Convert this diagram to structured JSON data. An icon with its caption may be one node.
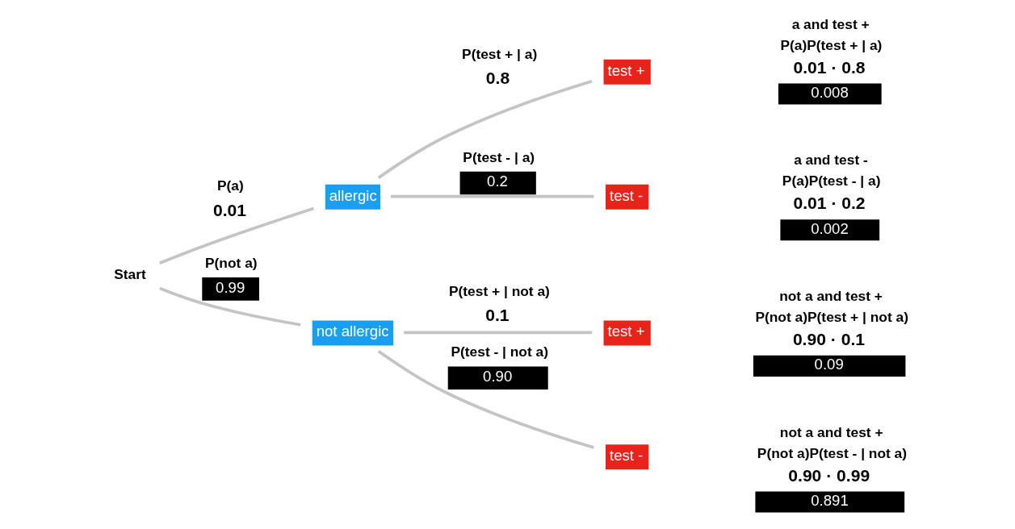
{
  "diagram": {
    "nodes": [
      {
        "text": [
          "Start"
        ]
      },
      {
        "text": [
          "allergic"
        ]
      },
      {
        "text": [
          "not allergic"
        ]
      },
      {
        "text": [
          "test +"
        ],
        "beside": [
          "a and test +",
          "P(a)P(test + | a)",
          "0.01 · 0.8",
          "0.008"
        ]
      },
      {
        "text": [
          "test -"
        ],
        "beside": [
          "a and test -",
          "P(a)P(test - | a)",
          "0.01 · 0.2",
          "0.002"
        ]
      },
      {
        "text": [
          "test +"
        ],
        "beside": [
          "not a and test +",
          "P(not a)P(test + | not a)",
          "0.90 · 0.1",
          "0.09"
        ]
      },
      {
        "text": [
          "test -"
        ],
        "beside": [
          "not a and test +",
          "P(not a)P(test - | not a)",
          "0.90 · 0.99",
          "0.891"
        ]
      }
    ],
    "edges": [
      {
        "from": 0,
        "to": 1,
        "arrow": "none",
        "label": "P(a) 0.01"
      },
      {
        "from": 0,
        "to": 2,
        "arrow": "none",
        "label": "P(not a) 0.99"
      },
      {
        "from": 1,
        "to": 3,
        "arrow": "none",
        "label": "P(test + | a) 0.8"
      },
      {
        "from": 1,
        "to": 4,
        "arrow": "none",
        "label": "P(test - | a) 0.2"
      },
      {
        "from": 2,
        "to": 5,
        "arrow": "none",
        "label": "P(test + | not a) 0.1"
      },
      {
        "from": 2,
        "to": 6,
        "arrow": "none",
        "label": "P(test - | not a) 0.90"
      }
    ]
  }
}
